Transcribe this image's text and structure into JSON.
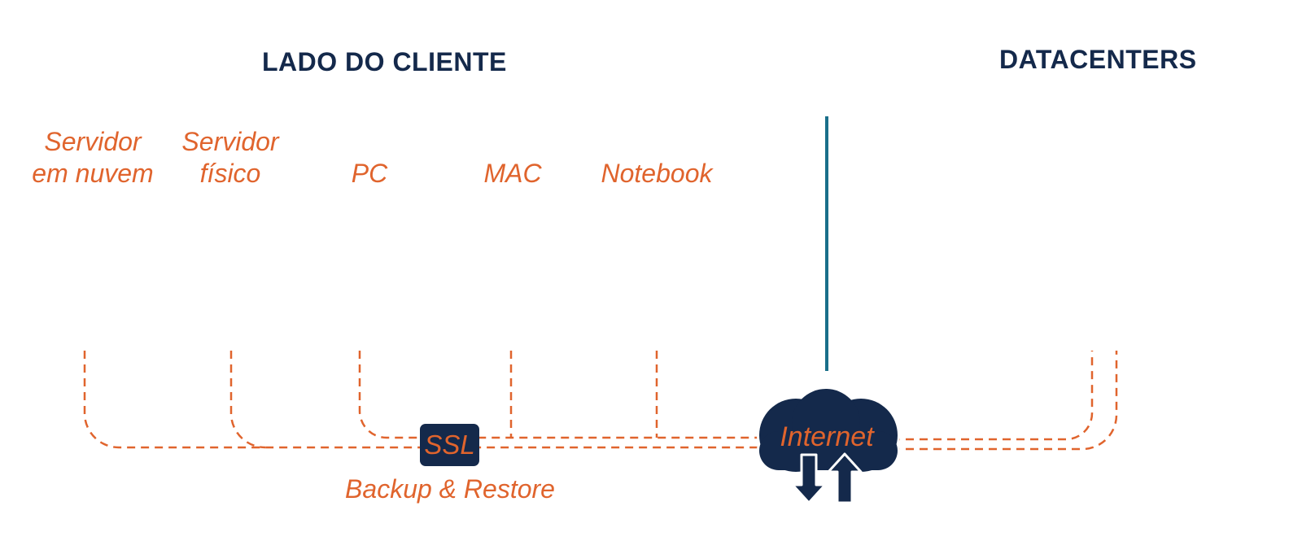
{
  "headings": {
    "client_side": "LADO DO CLIENTE",
    "datacenters": "DATACENTERS"
  },
  "devices": [
    {
      "line1": "Servidor",
      "line2": "em nuvem"
    },
    {
      "line1": "Servidor",
      "line2": "físico"
    },
    {
      "line1": "",
      "line2": "PC"
    },
    {
      "line1": "",
      "line2": "MAC"
    },
    {
      "line1": "",
      "line2": "Notebook"
    }
  ],
  "ssl": {
    "label": "SSL",
    "caption": "Backup & Restore"
  },
  "internet": {
    "label": "Internet"
  },
  "colors": {
    "navy": "#14294b",
    "orange": "#e0642d",
    "divider": "#1a6f8a",
    "background": "#ffffff"
  },
  "icons": [
    "cloud-icon",
    "download-arrow-icon",
    "upload-arrow-icon"
  ]
}
